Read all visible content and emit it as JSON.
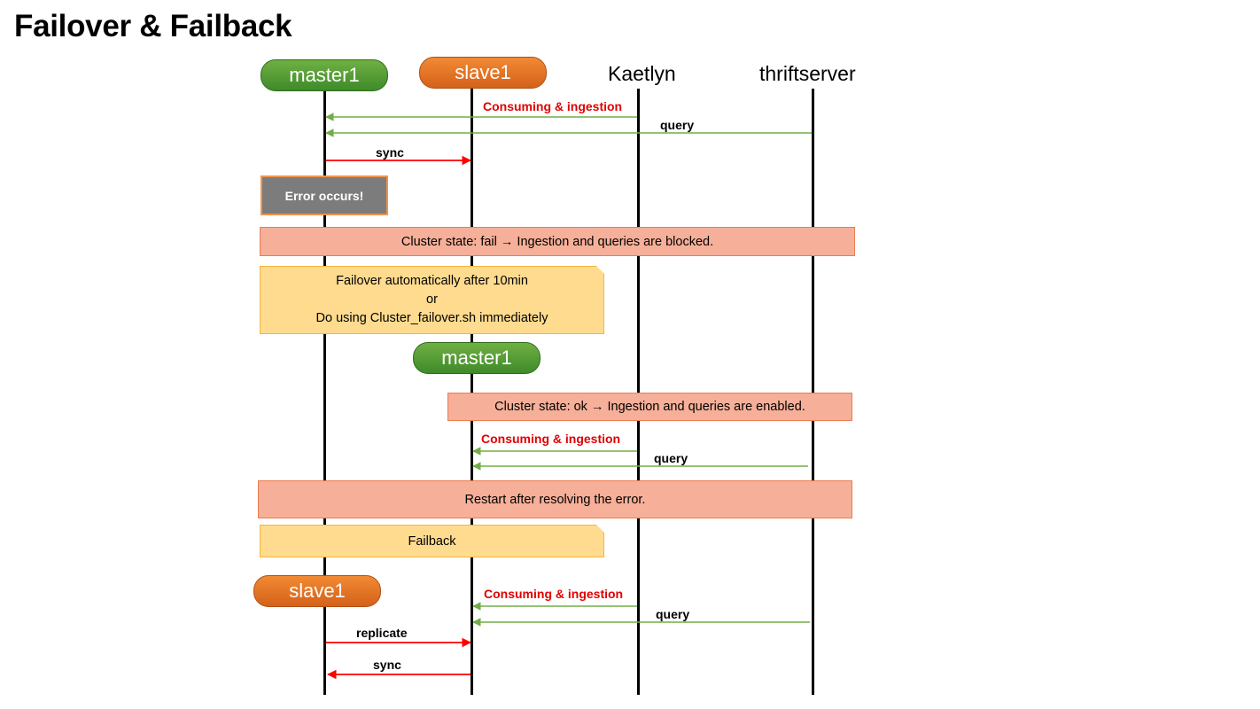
{
  "title": "Failover & Failback",
  "participants": {
    "master1": "master1",
    "slave1": "slave1",
    "kaetlyn": "Kaetlyn",
    "thriftserver": "thriftserver"
  },
  "messages": {
    "consume1": "Consuming & ingestion",
    "query1": "query",
    "sync1": "sync",
    "consume2": "Consuming & ingestion",
    "query2": "query",
    "consume3": "Consuming & ingestion",
    "query3": "query",
    "replicate": "replicate",
    "sync2": "sync"
  },
  "notes": {
    "error": "Error occurs!",
    "state_fail": "Cluster state: fail →  Ingestion and queries are blocked.",
    "failover_line1": "Failover automatically after 10min",
    "failover_line2": "or",
    "failover_line3": "Do using Cluster_failover.sh immediately",
    "new_master": "master1",
    "state_ok": "Cluster state: ok →  Ingestion and queries are enabled.",
    "restart": "Restart after resolving the error.",
    "failback": "Failback",
    "new_slave": "slave1"
  },
  "colors": {
    "data_arrow": "#70ad47",
    "replication_arrow": "#ff0000",
    "emphasis_text": "#e00000"
  }
}
